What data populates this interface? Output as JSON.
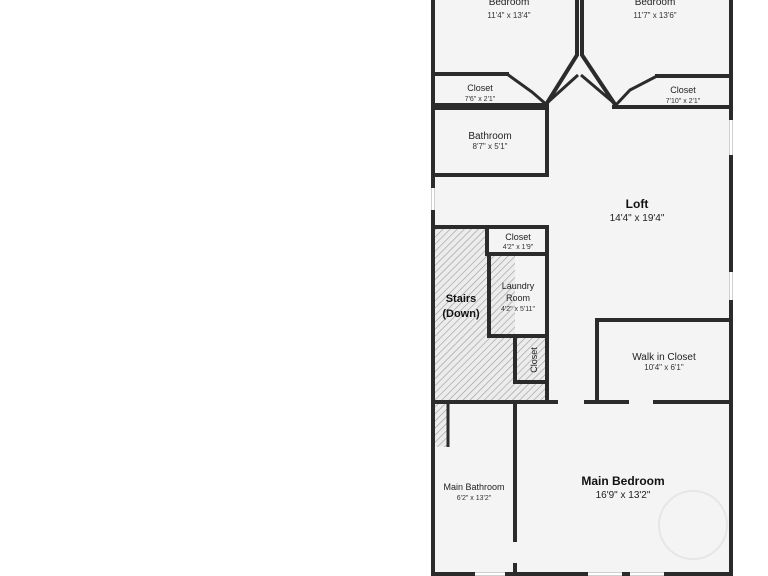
{
  "rooms": {
    "bedroom_left": {
      "name": "Bedroom",
      "dims": "11'4\" x 13'4\""
    },
    "bedroom_right": {
      "name": "Bedroom",
      "dims": "11'7\" x 13'6\""
    },
    "closet_left": {
      "name": "Closet",
      "dims": "7'6\" x 2'1\""
    },
    "closet_right": {
      "name": "Closet",
      "dims": "7'10\" x 2'1\""
    },
    "bathroom": {
      "name": "Bathroom",
      "dims": "8'7\" x 5'1\""
    },
    "loft": {
      "name": "Loft",
      "dims": "14'4\" x 19'4\""
    },
    "closet_small": {
      "name": "Closet",
      "dims": "4'2\" x 1'9\""
    },
    "laundry": {
      "name_line1": "Laundry",
      "name_line2": "Room",
      "dims": "4'2\" x 5'11\""
    },
    "stairs": {
      "name_line1": "Stairs",
      "name_line2": "(Down)"
    },
    "closet_vertical": {
      "name": "Closet"
    },
    "walk_in_closet": {
      "name": "Walk in Closet",
      "dims": "10'4\" x 6'1\""
    },
    "main_bathroom": {
      "name": "Main Bathroom",
      "dims": "6'2\" x 13'2\""
    },
    "main_bedroom": {
      "name": "Main Bedroom",
      "dims": "16'9\" x 13'2\""
    }
  },
  "colors": {
    "wall": "#2b2b2b",
    "floor": "#f4f4f4",
    "stairs_hatch": "#9a9a9a"
  }
}
